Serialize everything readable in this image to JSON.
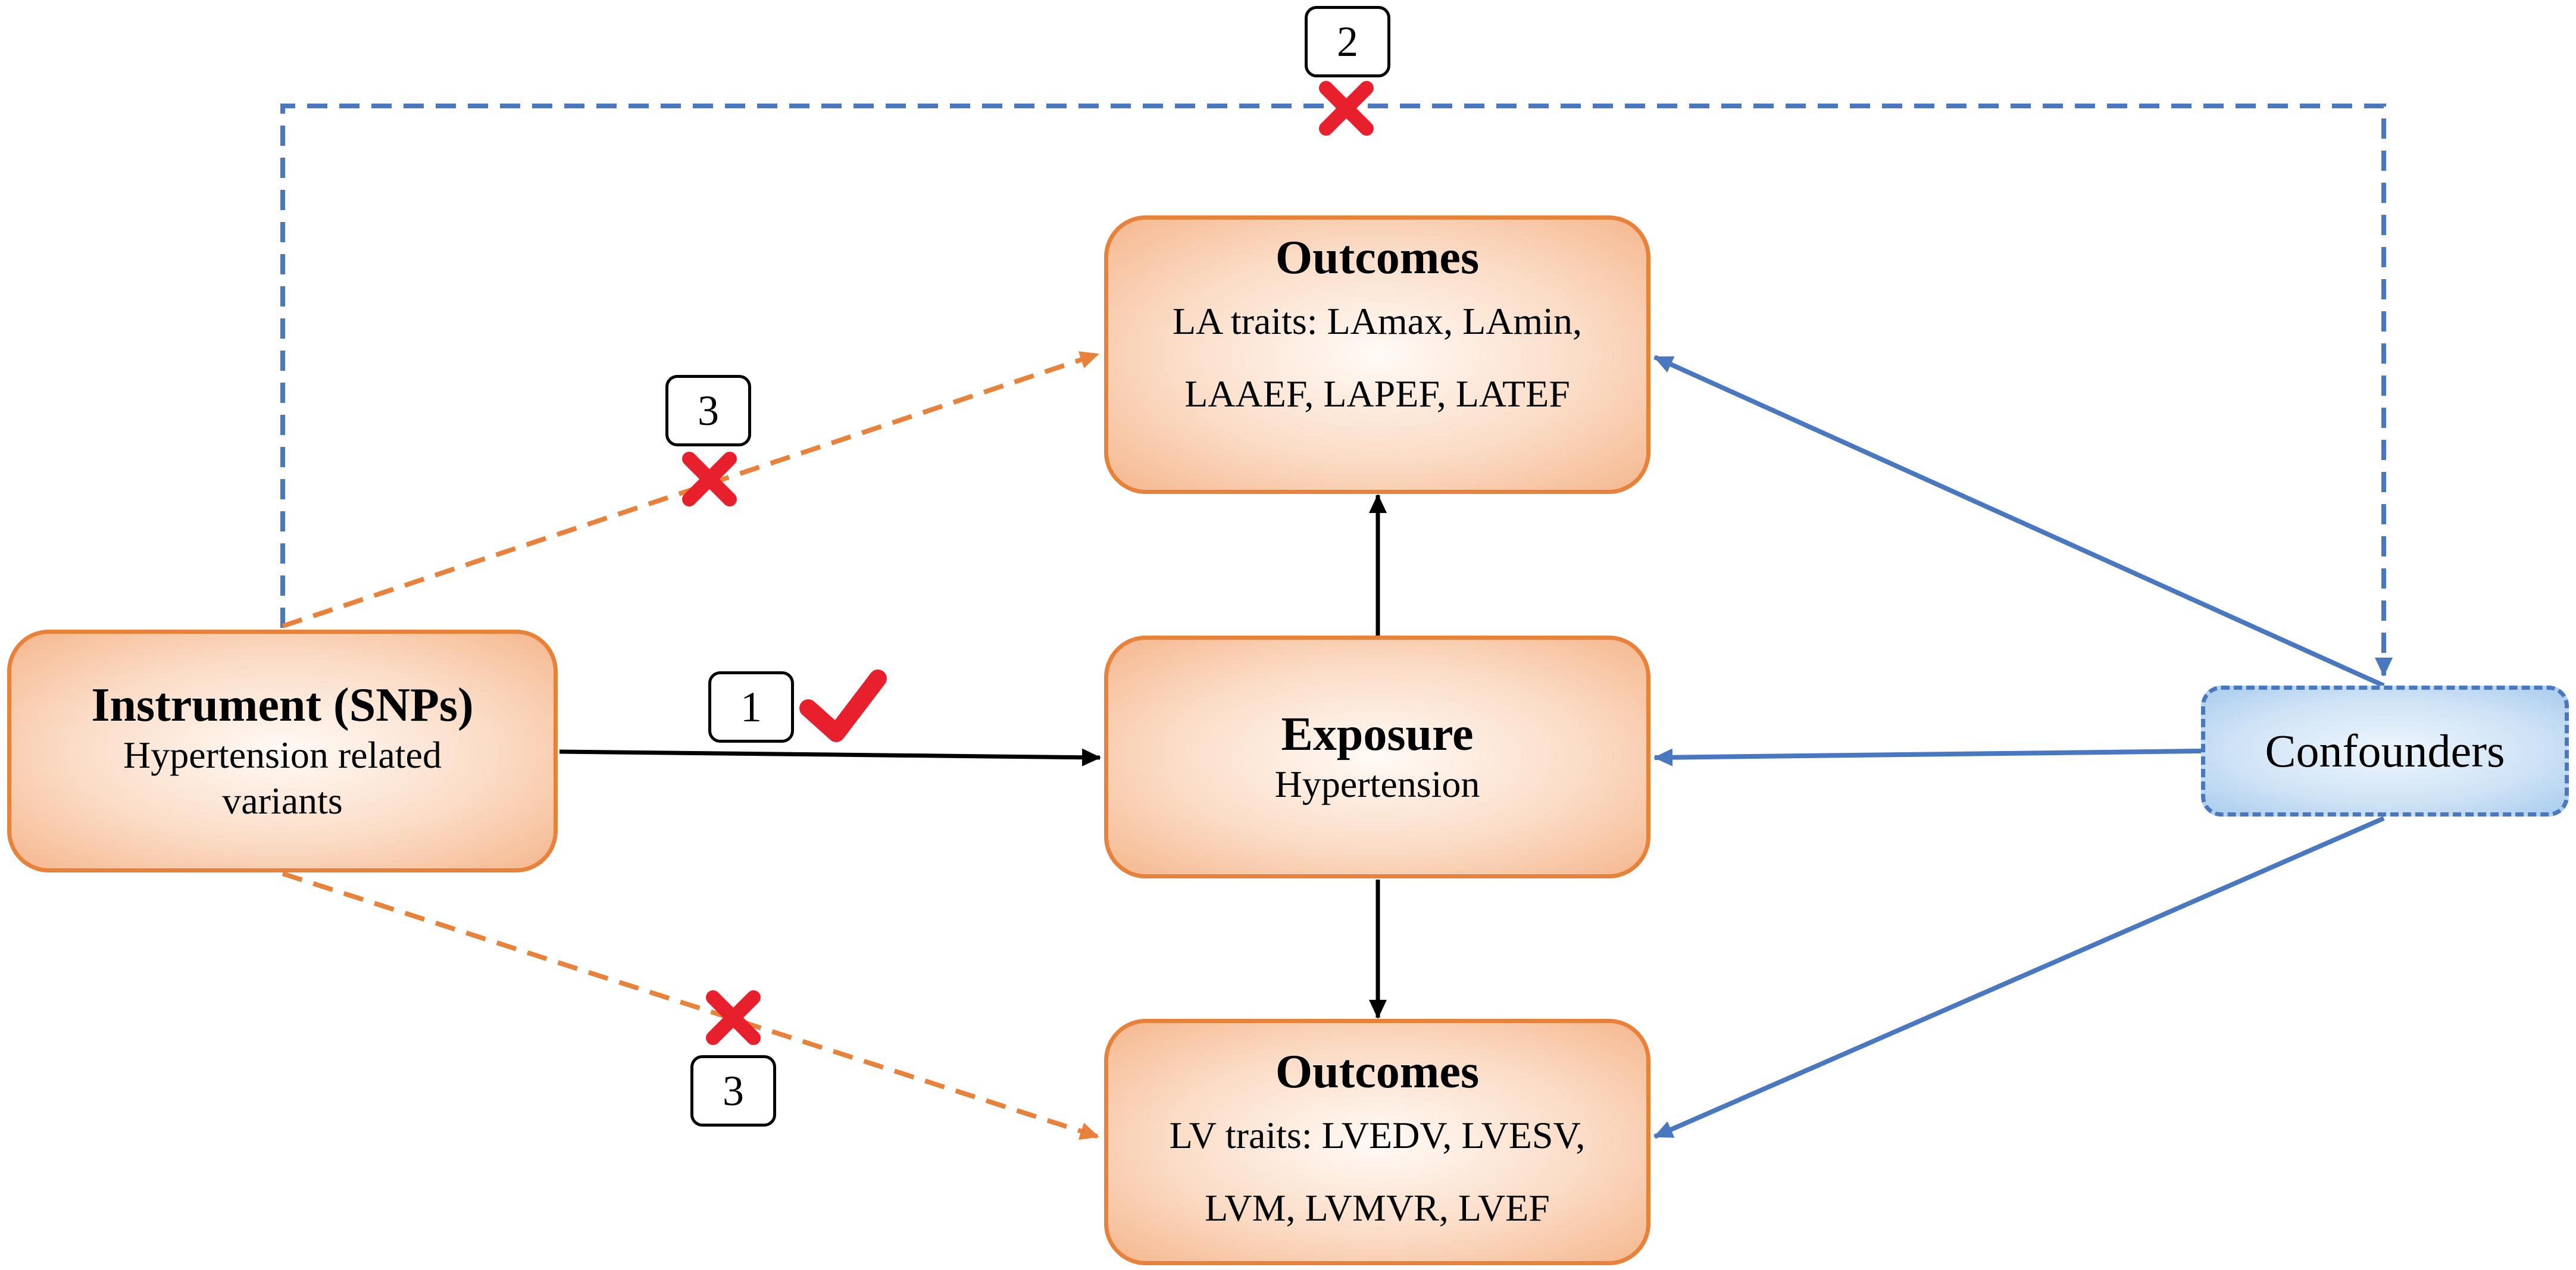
{
  "nodes": {
    "instrument": {
      "title": "Instrument (SNPs)",
      "lines": [
        "Hypertension related",
        "variants"
      ]
    },
    "exposure": {
      "title": "Exposure",
      "subtitle": "Hypertension"
    },
    "outcomes_la": {
      "title": "Outcomes",
      "lines": [
        "LA traits: LAmax, LAmin,",
        "LAAEF, LAPEF, LATEF"
      ]
    },
    "outcomes_lv": {
      "title": "Outcomes",
      "lines": [
        "LV traits: LVEDV, LVESV,",
        "LVM, LVMVR, LVEF"
      ]
    },
    "confounders": {
      "title": "Confounders"
    }
  },
  "assumptions": {
    "badge_1": "1",
    "badge_2": "2",
    "badge_3_top": "3",
    "badge_3_bottom": "3"
  },
  "colors": {
    "node_border": "#e8813a",
    "confounder_border": "#4a78c0",
    "blue_arrow": "#4a78c0",
    "orange_dashed": "#e8813a",
    "mark_red": "#e8202e",
    "black_arrow": "#000000"
  },
  "icons": [
    "check-icon",
    "cross-icon"
  ]
}
